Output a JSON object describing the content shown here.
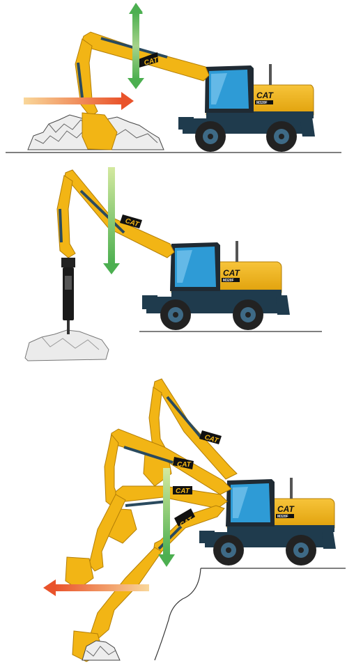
{
  "brand": {
    "logo_text": "CAT"
  },
  "machine": {
    "model_text": "M320F",
    "colors": {
      "body": "#F2B515",
      "body_shade": "#D89A0A",
      "cab_glass": "#2E9BD6",
      "frame": "#1F3B4D",
      "tire": "#222222",
      "hydraulics": "#2A4A5E"
    }
  },
  "arrows": {
    "colors": {
      "green_start": "#D4E9A0",
      "green_end": "#4CAF50",
      "orange_start": "#F9D79A",
      "orange_end": "#E9532B"
    }
  },
  "panels": [
    {
      "id": "loading-from-pile",
      "tool": "bucket",
      "arrows": [
        "vertical-green",
        "horizontal-orange-right"
      ]
    },
    {
      "id": "hammering",
      "tool": "hydraulic-hammer",
      "arrows": [
        "vertical-green-down"
      ]
    },
    {
      "id": "digging-below-grade",
      "tool": "bucket",
      "arrows": [
        "vertical-green-down",
        "horizontal-orange-left"
      ]
    }
  ]
}
